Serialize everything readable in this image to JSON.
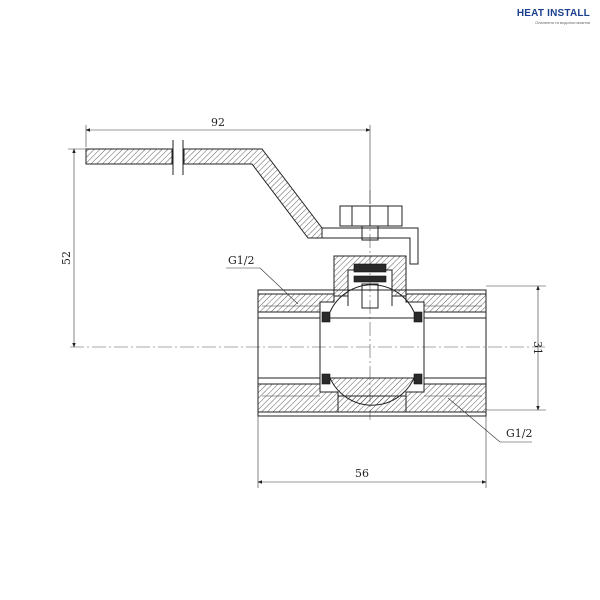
{
  "logo": {
    "title": "HEAT INSTALL",
    "subtitle": "Опалення та водопостачання"
  },
  "dimensions": {
    "handle_length": "92",
    "height": "52",
    "body_height": "31",
    "body_length": "56",
    "thread_top": "G1/2",
    "thread_bottom": "G1/2"
  }
}
